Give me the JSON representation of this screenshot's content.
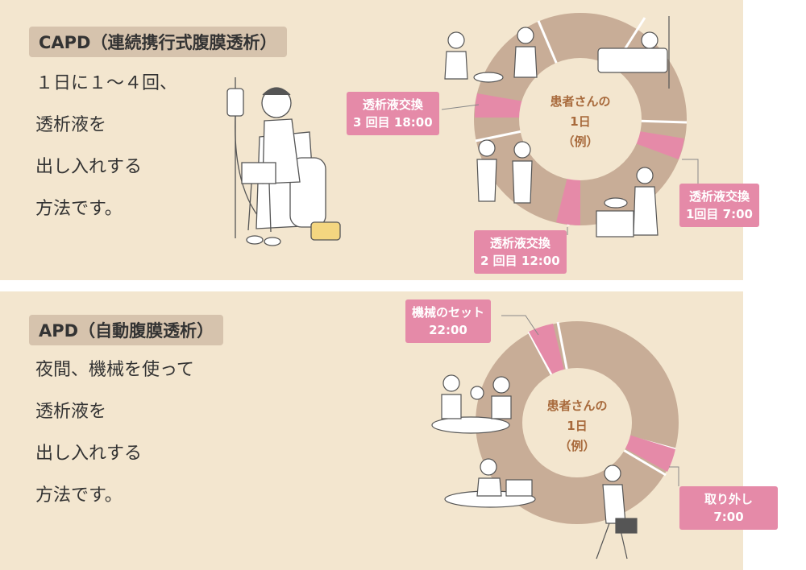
{
  "capd": {
    "title": "CAPD（連続携行式腹膜透析）",
    "lines": [
      "１日に１～４回、",
      "透析液を",
      "出し入れする",
      "方法です。"
    ],
    "center": [
      "患者さんの",
      "1日",
      "（例）"
    ],
    "labels": [
      {
        "line1": "透析液交換",
        "line2": "3 回目 18:00"
      },
      {
        "line1": "透析液交換",
        "line2": "1回目 7:00"
      },
      {
        "line1": "透析液交換",
        "line2": "2 回目 12:00"
      }
    ]
  },
  "apd": {
    "title": "APD（自動腹膜透析）",
    "lines": [
      "夜間、機械を使って",
      "透析液を",
      "出し入れする",
      "方法です。"
    ],
    "center": [
      "患者さんの",
      "1日",
      "（例）"
    ],
    "labels": [
      {
        "line1": "機械のセット",
        "line2": "22:00"
      },
      {
        "line1": "取り外し",
        "line2": "7:00"
      }
    ]
  },
  "colors": {
    "panel_bg": "#f3e6cf",
    "tag_bg": "#d6c3ad",
    "ring": "#c8ad97",
    "pink": "#e58aa8",
    "center_text": "#a86a3c"
  }
}
